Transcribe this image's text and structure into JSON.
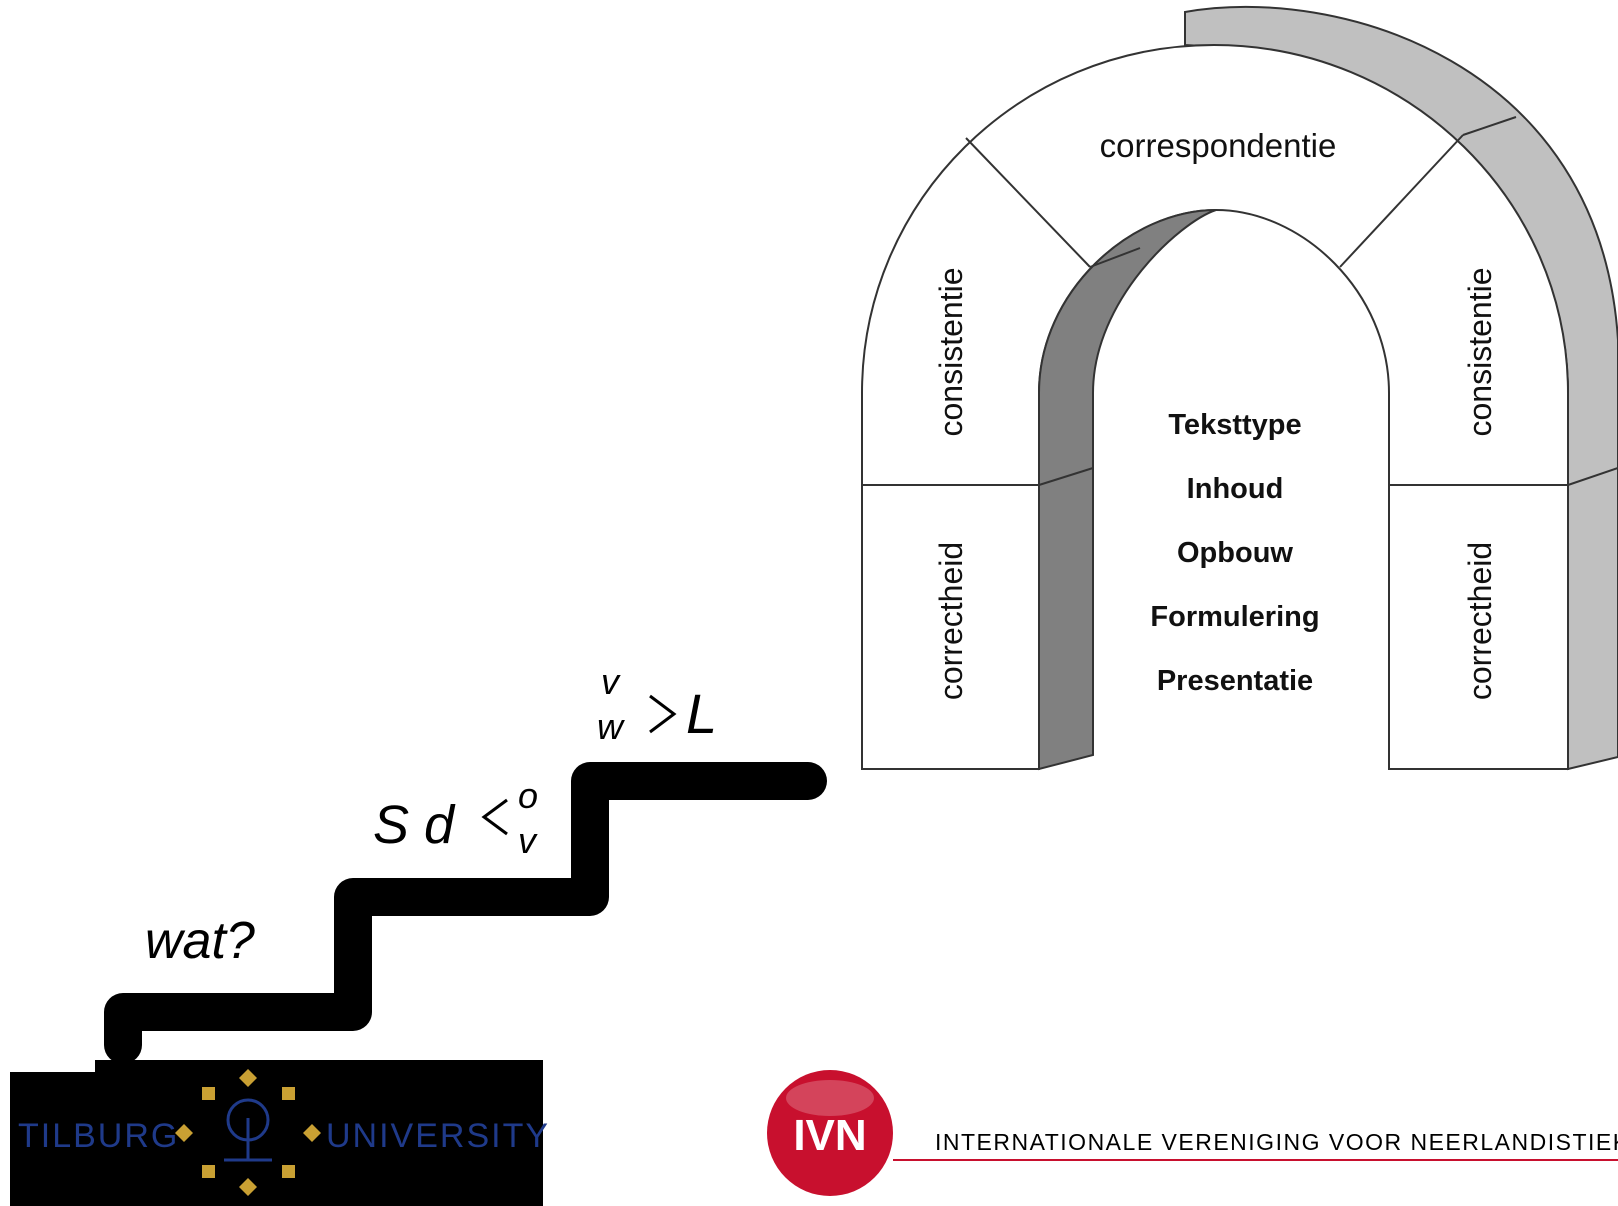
{
  "arch": {
    "top_label": "correspondentie",
    "left_upper_label": "consistentie",
    "left_lower_label": "correctheid",
    "right_upper_label": "consistentie",
    "right_lower_label": "correctheid",
    "center_items": [
      "Teksttype",
      "Inhoud",
      "Opbouw",
      "Formulering",
      "Presentatie"
    ]
  },
  "stairs": {
    "step1": "wat?",
    "step2_main": "S d",
    "step2_sup": "o",
    "step2_sub": "v",
    "step3_sup": "v",
    "step3_sub": "w",
    "step3_main": "L"
  },
  "logos": {
    "tilburg_left": "TILBURG",
    "tilburg_right": "UNIVERSITY",
    "ivn_mark": "IVN",
    "ivn_text": "INTERNATIONALE VERENIGING VOOR NEERLANDISTIEK"
  },
  "colors": {
    "arch_face": "#ffffff",
    "arch_side_dark": "#808080",
    "arch_side_light": "#c0c0c0",
    "tilburg_bg": "#000000",
    "tilburg_blue": "#1f3a8a",
    "tilburg_gold": "#c9a033",
    "ivn_red": "#c8102e"
  }
}
